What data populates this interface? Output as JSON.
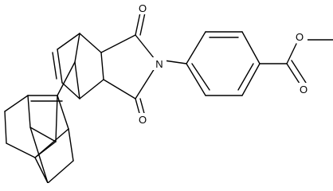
{
  "atoms": {
    "carbonyl_o_top": "O",
    "imide_n": "N",
    "carbonyl_o_bottom": "O",
    "ester_o_carbonyl": "O",
    "ester_o_methoxy": "O"
  },
  "colors": {
    "bond": "#000000",
    "background": "#ffffff"
  }
}
